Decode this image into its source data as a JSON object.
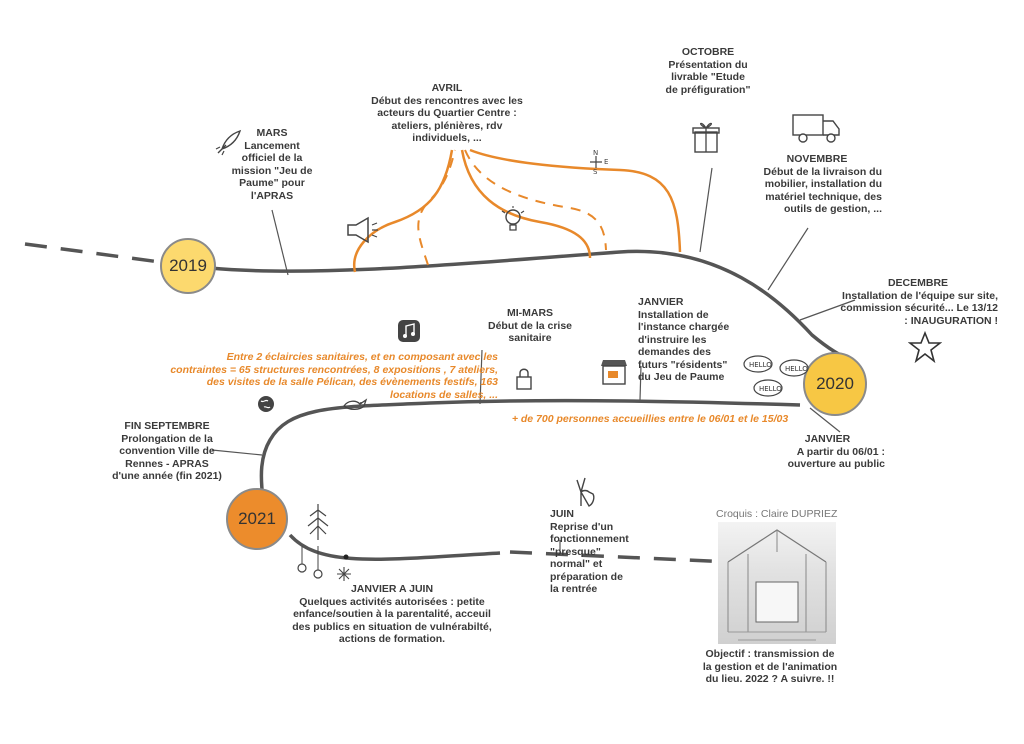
{
  "years": {
    "y2019": "2019",
    "y2020": "2020",
    "y2021": "2021"
  },
  "colors": {
    "orange": "#e8892b",
    "yellow": "#fcd96e",
    "gold": "#f7c744",
    "line": "#555555"
  },
  "events": {
    "mars": {
      "title": "MARS",
      "text": "Lancement officiel de la mission \"Jeu de Paume\" pour l'APRAS"
    },
    "avril": {
      "title": "AVRIL",
      "text": "Début des rencontres avec les acteurs du Quartier Centre : ateliers, plénières, rdv individuels, ..."
    },
    "octobre": {
      "title": "OCTOBRE",
      "text": "Présentation du livrable \"Etude de préfiguration\""
    },
    "novembre": {
      "title": "NOVEMBRE",
      "text": "Début de la livraison du mobilier, installation du matériel technique, des outils de gestion, ..."
    },
    "decembre": {
      "title": "DECEMBRE",
      "text": "Installation de l'équipe sur site, commission sécurité... Le 13/12 : INAUGURATION !"
    },
    "janvier_instance": {
      "title": "JANVIER",
      "text": "Installation de l'instance chargée d'instruire les demandes des futurs \"résidents\" du Jeu de Paume"
    },
    "mi_mars": {
      "title": "MI-MARS",
      "text": "Début de la crise sanitaire"
    },
    "janvier_ouverture": {
      "title": "JANVIER",
      "text": "A partir du 06/01 : ouverture au public"
    },
    "fin_septembre": {
      "title": "FIN SEPTEMBRE",
      "text": "Prolongation de la convention Ville de Rennes - APRAS d'une année (fin 2021)"
    },
    "janvier_juin": {
      "title": "JANVIER A JUIN",
      "text": "Quelques activités autorisées : petite enfance/soutien à la parentalité, acceuil des publics en situation de vulnérabilté, actions de formation."
    },
    "juin": {
      "title": "JUIN",
      "text": "Reprise d'un fonctionnement \"presque\" normal\" et préparation de la rentrée"
    },
    "objectif": {
      "text": "Objectif : transmission de la gestion et de l'animation du lieu. 2022 ? A suivre. !!"
    }
  },
  "highlights": {
    "contraintes": "Entre 2 éclaircies sanitaires, et en composant avec les contraintes = 65 structures rencontrées, 8 expositions , 7 ateliers, des visites de la salle Pélican, des évènements festifs, 163 locations de salles, ...",
    "personnes": "+ de 700 personnes accueillies entre le 06/01 et le 15/03"
  },
  "credit": "Croquis : Claire DUPRIEZ",
  "icons": [
    "rocket-icon",
    "megaphone-icon",
    "lightbulb-icon",
    "compass-icon",
    "gift-icon",
    "truck-icon",
    "star-icon",
    "music-icon",
    "lock-icon",
    "shop-icon",
    "hello-bubbles-icon",
    "globe-icon",
    "bird-icon",
    "peace-hand-icon",
    "tree-icon",
    "ornament-icon",
    "sparkle-icon",
    "building-sketch"
  ]
}
